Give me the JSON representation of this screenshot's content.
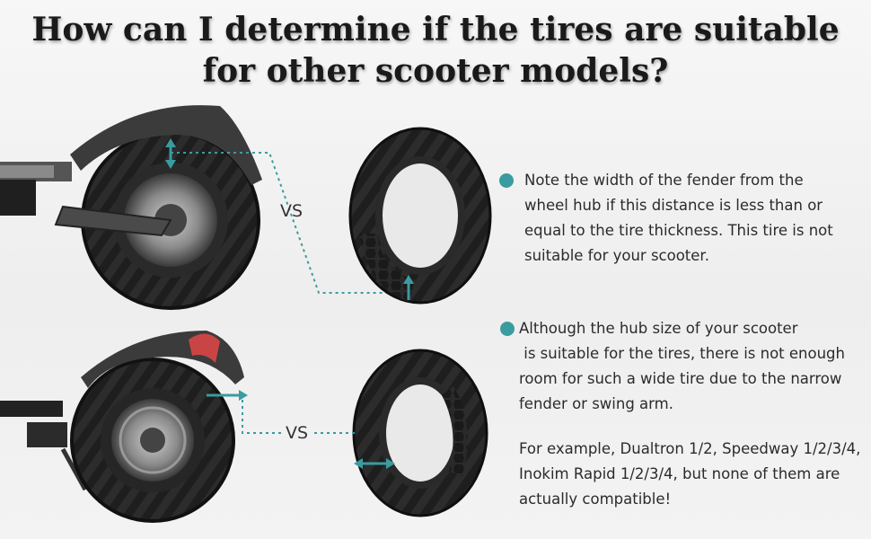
{
  "title": {
    "line1": "How can I determine if the tires are suitable",
    "line2": "for other scooter models?"
  },
  "comparison": {
    "top_vs": "VS",
    "bottom_vs": "VS"
  },
  "notes": [
    {
      "lines": [
        "Note the width of the fender from the",
        "wheel hub if this distance is less than or",
        "equal to the tire thickness. This tire is not",
        "suitable for your scooter."
      ]
    },
    {
      "lines": [
        "Although the hub size of your scooter",
        " is suitable for the tires, there is not enough",
        "room for such a wide tire due to the narrow",
        "fender or swing arm."
      ]
    }
  ],
  "example": {
    "lines": [
      "For example, Dualtron 1/2, Speedway 1/2/3/4,",
      "Inokim Rapid 1/2/3/4, but none of them are",
      "actually compatible!"
    ]
  },
  "colors": {
    "accent": "#3a9c9f",
    "text": "#2b2b2b",
    "title": "#1a1a1a"
  }
}
